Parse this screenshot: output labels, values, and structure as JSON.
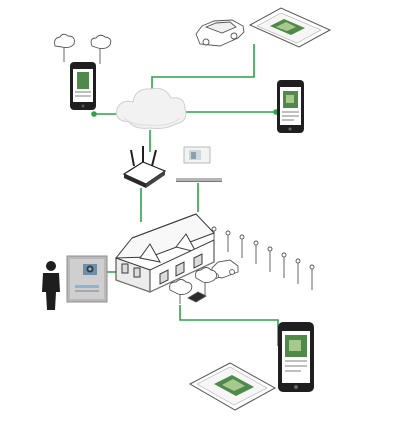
{
  "diagram": {
    "title": "",
    "nodes": [
      {
        "id": "cloud",
        "icon": "cloud-icon"
      },
      {
        "id": "router",
        "icon": "wifi-router-icon"
      },
      {
        "id": "monitor",
        "icon": "indoor-monitor-icon"
      },
      {
        "id": "house",
        "icon": "house-icon"
      },
      {
        "id": "door-station",
        "icon": "door-station-icon"
      },
      {
        "id": "visitor",
        "icon": "person-icon"
      },
      {
        "id": "phone-top-left",
        "icon": "smartphone-icon"
      },
      {
        "id": "phone-right",
        "icon": "smartphone-icon"
      },
      {
        "id": "tablet-top",
        "icon": "tablet-icon"
      },
      {
        "id": "car-top",
        "icon": "car-icon"
      },
      {
        "id": "trees-top",
        "icon": "tree-icon"
      },
      {
        "id": "phone-bottom",
        "icon": "smartphone-icon"
      },
      {
        "id": "tablet-bottom",
        "icon": "tablet-icon"
      },
      {
        "id": "car-yard",
        "icon": "car-icon"
      },
      {
        "id": "fence",
        "icon": "fence-icon"
      }
    ],
    "connectors": [
      {
        "from": "phone-top-left",
        "to": "cloud"
      },
      {
        "from": "cloud",
        "to": "tablet-top"
      },
      {
        "from": "cloud",
        "to": "phone-right"
      },
      {
        "from": "cloud",
        "to": "router"
      },
      {
        "from": "router",
        "to": "house"
      },
      {
        "from": "monitor",
        "to": "house"
      },
      {
        "from": "door-station",
        "to": "house"
      },
      {
        "from": "house",
        "to": "phone-bottom"
      }
    ],
    "colors": {
      "connector": "#2fa24a",
      "outline": "#555555",
      "screen": "#4f8a4a",
      "screen_light": "#a7c98e",
      "device_dark": "#222222",
      "door_station_panel": "#b9b9b9",
      "door_station_screen": "#6f8fa8"
    }
  }
}
